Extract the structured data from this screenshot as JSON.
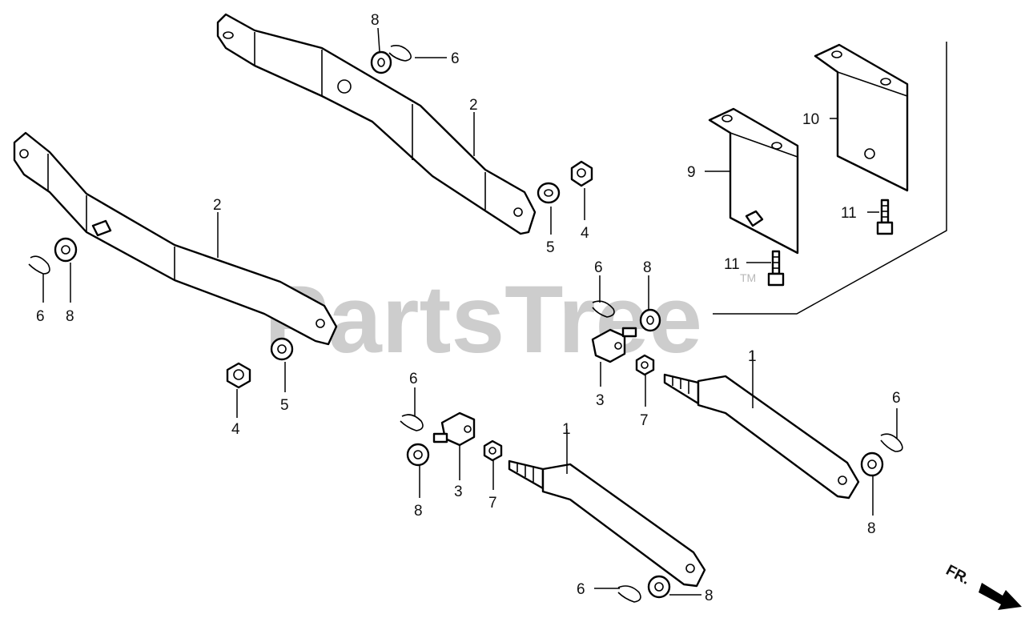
{
  "watermark": {
    "text": "PartsTree",
    "tm": "TM"
  },
  "direction": {
    "label": "FR."
  },
  "callouts": {
    "c8a": "8",
    "c6a": "6",
    "c2a": "2",
    "c2b": "2",
    "c5a": "5",
    "c4a": "4",
    "c6b": "6",
    "c8b": "8",
    "c4b": "4",
    "c5b": "5",
    "c10": "10",
    "c9": "9",
    "c11a": "11",
    "c11b": "11",
    "c6c": "6",
    "c8c": "8",
    "c3a": "3",
    "c7a": "7",
    "c1a": "1",
    "c6d": "6",
    "c8d": "8",
    "c3b": "3",
    "c7b": "7",
    "c1b": "1",
    "c6e": "6",
    "c8e": "8",
    "c6f": "6",
    "c8f": "8"
  }
}
